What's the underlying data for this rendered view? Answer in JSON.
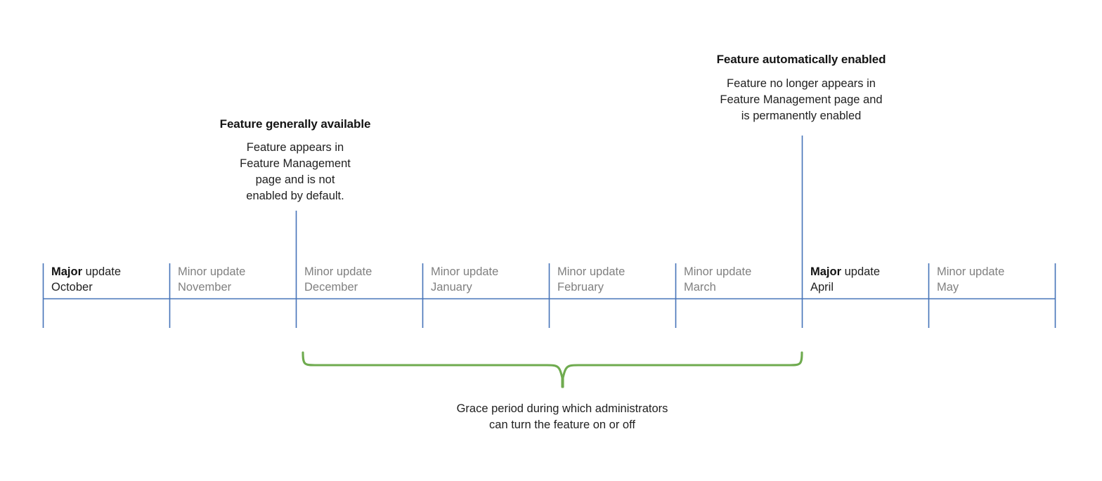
{
  "diagram": {
    "title_hidden": "Feature release timeline",
    "colors": {
      "timeline_line": "#4573b8",
      "brace": "#6fab4f",
      "minor_text": "#808080",
      "major_text": "#1f1f1f",
      "body_text": "#1f1f1f",
      "heading_text": "#141414",
      "background": "#ffffff"
    }
  },
  "callouts": [
    {
      "id": "feature-generally-available",
      "title": "Feature generally available",
      "body_lines": [
        "Feature appears in",
        "Feature Management",
        "page and is not",
        "enabled by default."
      ],
      "anchor_month": "December"
    },
    {
      "id": "feature-automatically-enabled",
      "title": "Feature automatically enabled",
      "body_lines": [
        "Feature no longer appears in",
        "Feature Management page and",
        "is permanently enabled"
      ],
      "anchor_month": "April"
    }
  ],
  "timeline": {
    "cells": [
      {
        "kind": "Major",
        "suffix": " update",
        "month": "October",
        "type": "major"
      },
      {
        "kind": "Minor",
        "suffix": " update",
        "month": "November",
        "type": "minor"
      },
      {
        "kind": "Minor",
        "suffix": " update",
        "month": "December",
        "type": "minor"
      },
      {
        "kind": "Minor",
        "suffix": " update",
        "month": "January",
        "type": "minor"
      },
      {
        "kind": "Minor",
        "suffix": " update",
        "month": "February",
        "type": "minor"
      },
      {
        "kind": "Minor",
        "suffix": " update",
        "month": "March",
        "type": "minor"
      },
      {
        "kind": "Major",
        "suffix": " update",
        "month": "April",
        "type": "major"
      },
      {
        "kind": "Minor",
        "suffix": " update",
        "month": "May",
        "type": "minor"
      }
    ]
  },
  "brace": {
    "caption_lines": [
      "Grace period during which administrators",
      "can turn the feature on or off"
    ],
    "start_month": "December",
    "end_month": "April"
  }
}
